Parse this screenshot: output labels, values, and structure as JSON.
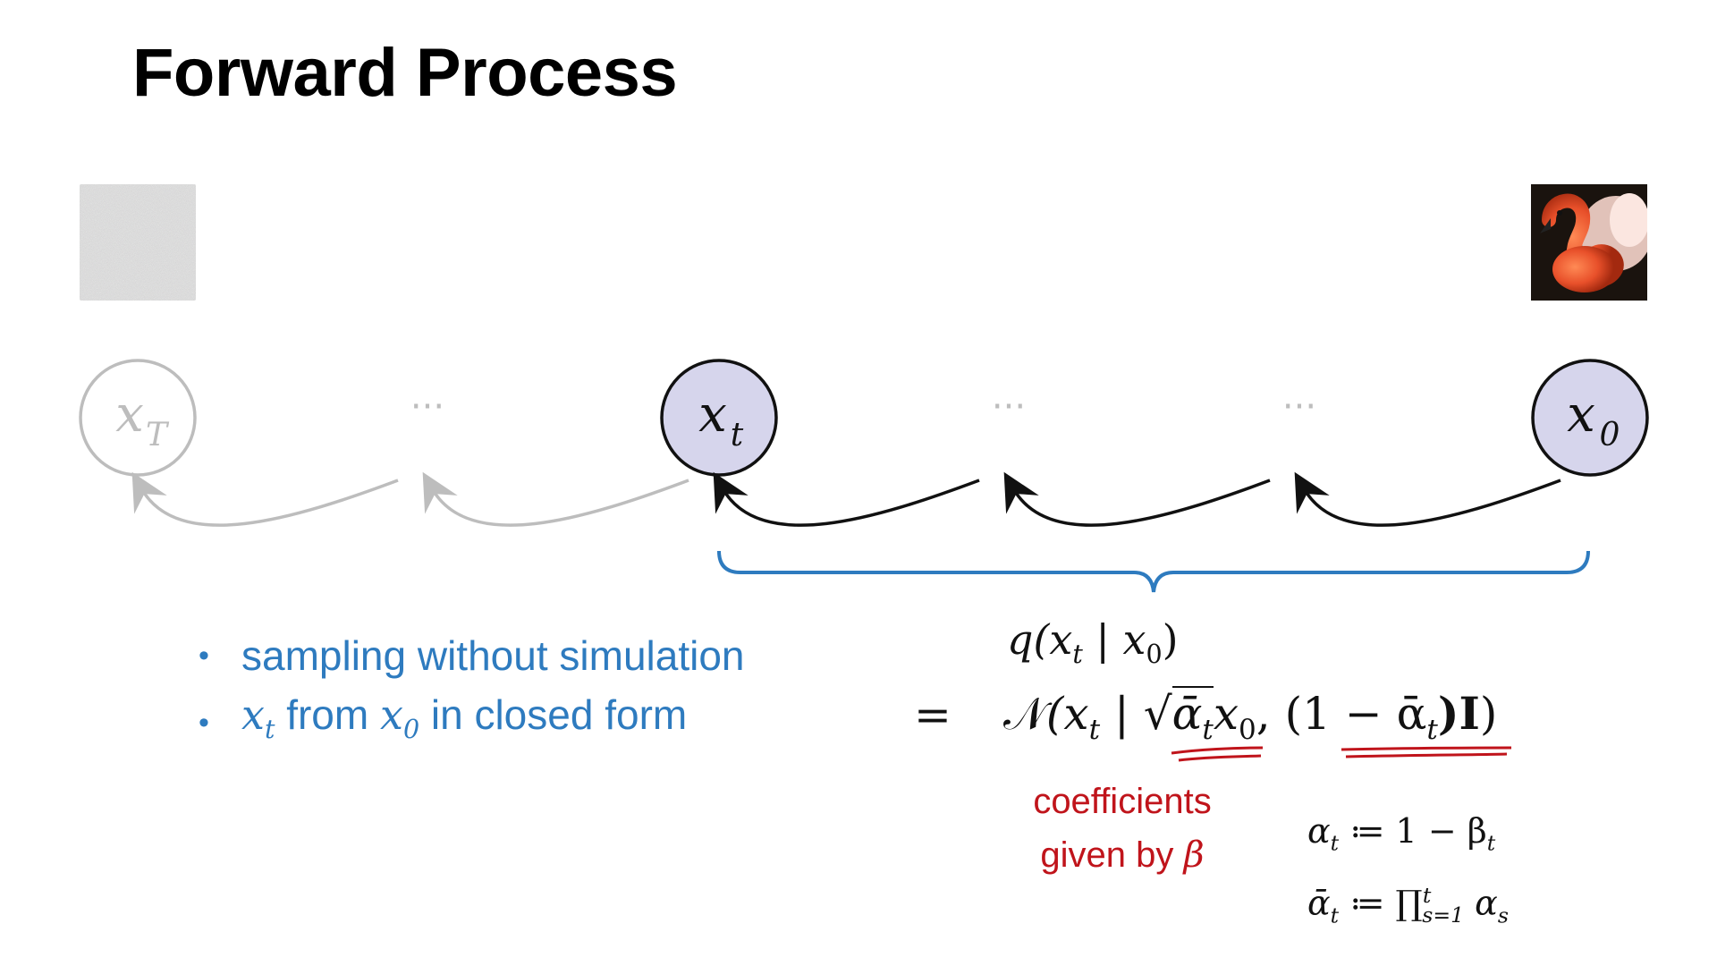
{
  "slide": {
    "title": "Forward Process"
  },
  "nodes": {
    "xT": {
      "base": "x",
      "sub": "T"
    },
    "xt": {
      "base": "x",
      "sub": "t"
    },
    "x0": {
      "base": "x",
      "sub": "0"
    },
    "ellipsis": "···"
  },
  "bullets": [
    {
      "text": "sampling without simulation"
    },
    {
      "math_base": "x",
      "math_sub": "t",
      "mid": " from ",
      "math2_base": "x",
      "math2_sub": "0",
      "rest": " in closed form"
    }
  ],
  "equation": {
    "lhs": "q(x",
    "lhs_sub": "t",
    "lhs_mid": " | x",
    "lhs_sub2": "0",
    "lhs_close": ")",
    "eq_sign": "=",
    "rhs_N": "𝒩",
    "rhs_open": "(x",
    "rhs_sub": "t",
    "rhs_bar": " | ",
    "rhs_sqrt": "√",
    "rhs_alpha": "ᾱ",
    "rhs_alpha_sub": "t",
    "rhs_x0": "x",
    "rhs_x0_sub": "0",
    "rhs_comma": ", ",
    "rhs_paren": "(1 − ᾱ",
    "rhs_paren_sub": "t",
    "rhs_I": ")I",
    "rhs_close": ")"
  },
  "annotation": {
    "line1": "coefficients",
    "line2_text": "given by ",
    "line2_beta": "β"
  },
  "definitions": {
    "def1_lhs": "α",
    "def1_sub": "t",
    "def1_rhs": " ≔ 1 − β",
    "def1_rhs_sub": "t",
    "def2_lhs": "ᾱ",
    "def2_sub": "t",
    "def2_op": " ≔ ∏",
    "def2_sup": "t",
    "def2_lower": "s=1",
    "def2_term": " α",
    "def2_term_sub": "s"
  },
  "colors": {
    "node_fill": "#d6d5ec",
    "node_stroke": "#111111",
    "faded": "#bdbdbd",
    "brace": "#2e7bbf",
    "bullet_text": "#2e7bbf",
    "annotation": "#c0141b"
  },
  "icons": {
    "noise_image": "noise-image",
    "data_image": "flamingo-image"
  }
}
